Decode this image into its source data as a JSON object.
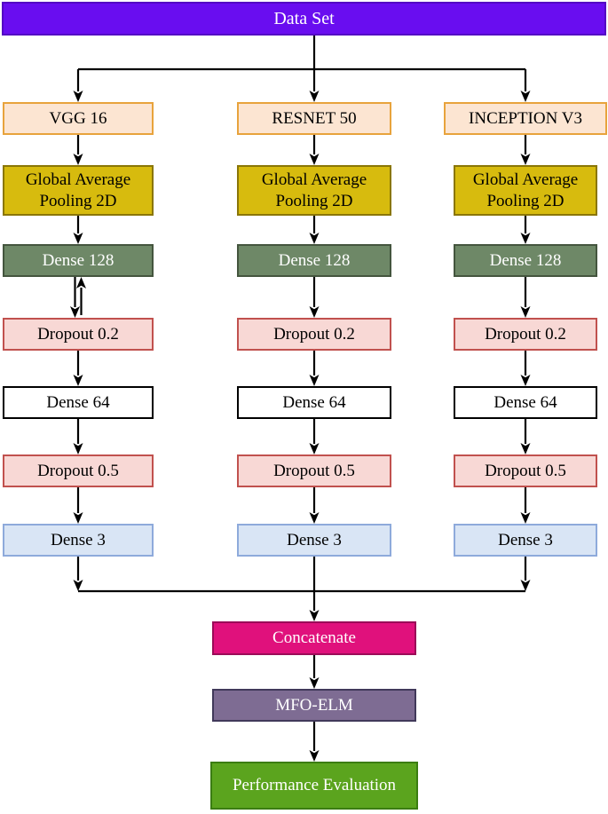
{
  "diagram": {
    "dataset": "Data Set",
    "columns": [
      {
        "backbone": "VGG 16",
        "layers": [
          "Global Average Pooling 2D",
          "Dense 128",
          "Dropout 0.2",
          "Dense 64",
          "Dropout 0.5",
          "Dense 3"
        ]
      },
      {
        "backbone": "RESNET 50",
        "layers": [
          "Global Average Pooling 2D",
          "Dense 128",
          "Dropout 0.2",
          "Dense 64",
          "Dropout 0.5",
          "Dense 3"
        ]
      },
      {
        "backbone": "INCEPTION V3",
        "layers": [
          "Global Average Pooling 2D",
          "Dense 128",
          "Dropout 0.2",
          "Dense 64",
          "Dropout 0.5",
          "Dense 3"
        ]
      }
    ],
    "fusion": {
      "concatenate": "Concatenate",
      "mfo_elm": "MFO-ELM",
      "performance": "Performance Evaluation"
    }
  },
  "colors": {
    "dataset_fill": "#690DF0",
    "dataset_border": "#5408C4",
    "backbone_fill": "#FCE5D2",
    "backbone_border": "#E8A33C",
    "gap_fill": "#D7BB0E",
    "gap_border": "#8A7607",
    "dense128_fill": "#6E8867",
    "dense128_border": "#44553E",
    "dropout_fill": "#F8D8D5",
    "dropout_border": "#C1514E",
    "dense64_fill": "#FFFFFF",
    "dense64_border": "#000000",
    "dense3_fill": "#D9E5F5",
    "dense3_border": "#8EAADB",
    "concat_fill": "#E0117C",
    "concat_border": "#9B0B58",
    "mfo_fill": "#7E6C93",
    "mfo_border": "#41395A",
    "perf_fill": "#5BA41E",
    "perf_border": "#3B7D12",
    "arrow": "#000000"
  }
}
